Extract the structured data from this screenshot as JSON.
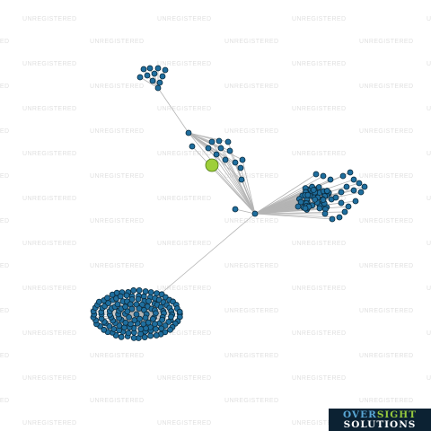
{
  "watermark": {
    "text": "UNREGISTERED"
  },
  "graph": {
    "node_color": "#1f6e9e",
    "node_stroke": "#0a2a3d",
    "edge_color": "#b4b4b4",
    "highlight_node_color": "#9ecf3a",
    "highlight_node_stroke": "#4d7a12"
  },
  "brand": {
    "line1_a": "OVER",
    "line1_b": "SIGHT",
    "line2": "SOLUTIONS",
    "color_over": "#5aa8d6",
    "color_sight": "#96c93d",
    "background": "#0c2233"
  }
}
